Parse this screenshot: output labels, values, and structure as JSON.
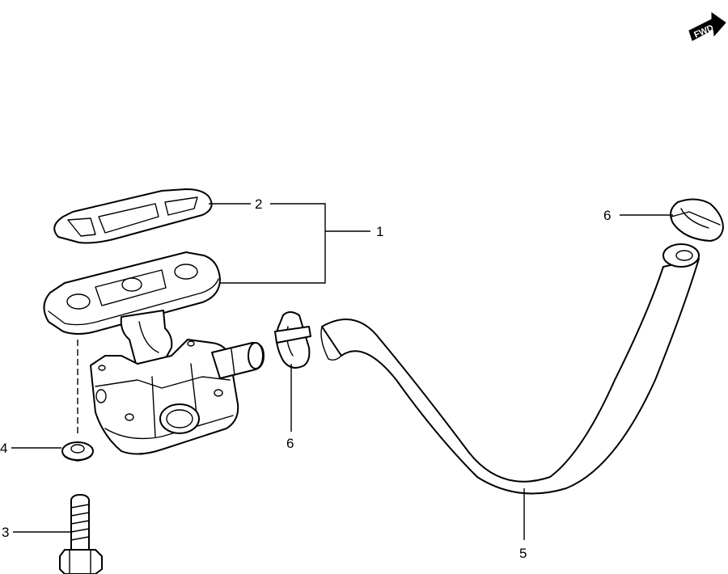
{
  "direction_badge": {
    "text": "FWD",
    "fill": "#000000",
    "text_color": "#ffffff"
  },
  "callouts": [
    {
      "id": "c1",
      "label": "1"
    },
    {
      "id": "c2",
      "label": "2"
    },
    {
      "id": "c3",
      "label": "3"
    },
    {
      "id": "c4",
      "label": "4"
    },
    {
      "id": "c5",
      "label": "5"
    },
    {
      "id": "c6a",
      "label": "6"
    },
    {
      "id": "c6b",
      "label": "6"
    }
  ],
  "colors": {
    "line": "#000000",
    "background": "#ffffff"
  }
}
